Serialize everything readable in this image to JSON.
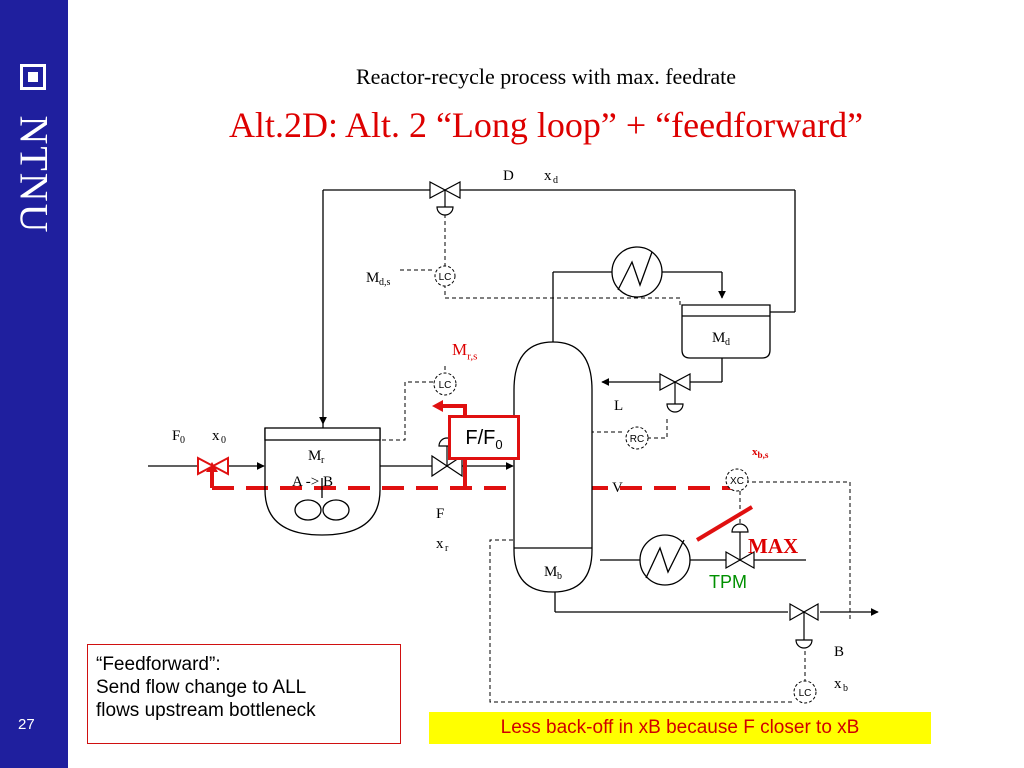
{
  "slide": {
    "brand": "NTNU",
    "page_number": "27",
    "subtitle": "Reactor-recycle process with max. feedrate",
    "title": "Alt.2D: Alt. 2 “Long loop” + “feedforward”"
  },
  "diagram": {
    "stream_labels": {
      "distillate": "D",
      "distillate_comp": "x",
      "distillate_comp_sub": "d",
      "feed": "F",
      "feed_sub": "0",
      "feed_comp": "x",
      "feed_comp_sub": "0",
      "reactor_outflow": "F",
      "reactor_comp": "x",
      "reactor_comp_sub": "r",
      "reflux": "L",
      "vapor": "V",
      "bottoms": "B",
      "bottoms_comp": "x",
      "bottoms_comp_sub": "b"
    },
    "equipment": {
      "reactor_holdup": "M",
      "reactor_holdup_sub": "r",
      "reaction": "A -> B",
      "condenser_holdup": "M",
      "condenser_holdup_sub": "d",
      "reboiler_holdup": "M",
      "reboiler_holdup_sub": "b"
    },
    "controllers": {
      "lc": "LC",
      "rc": "RC",
      "xc": "XC"
    },
    "setpoints": {
      "condenser_level": "M",
      "condenser_level_sub": "d,s",
      "reactor_level": "M",
      "reactor_level_sub": "r,s",
      "bottoms_comp": "x",
      "bottoms_comp_sub": "b,s"
    },
    "annotations": {
      "ff_signal": "F/F",
      "ff_signal_sub": "0",
      "max_label": "MAX",
      "tpm_label": "TPM"
    }
  },
  "notes": {
    "feedforward_lines": [
      "“Feedforward”:",
      "Send flow change to ALL",
      "flows upstream bottleneck"
    ],
    "backoff_note": "Less back-off in xB because F closer to xB"
  },
  "colors": {
    "sidebar": "#1f1f9e",
    "title": "#dd0000",
    "highlight": "#e01010",
    "tpm": "#009000",
    "note_background": "#ffff00"
  }
}
